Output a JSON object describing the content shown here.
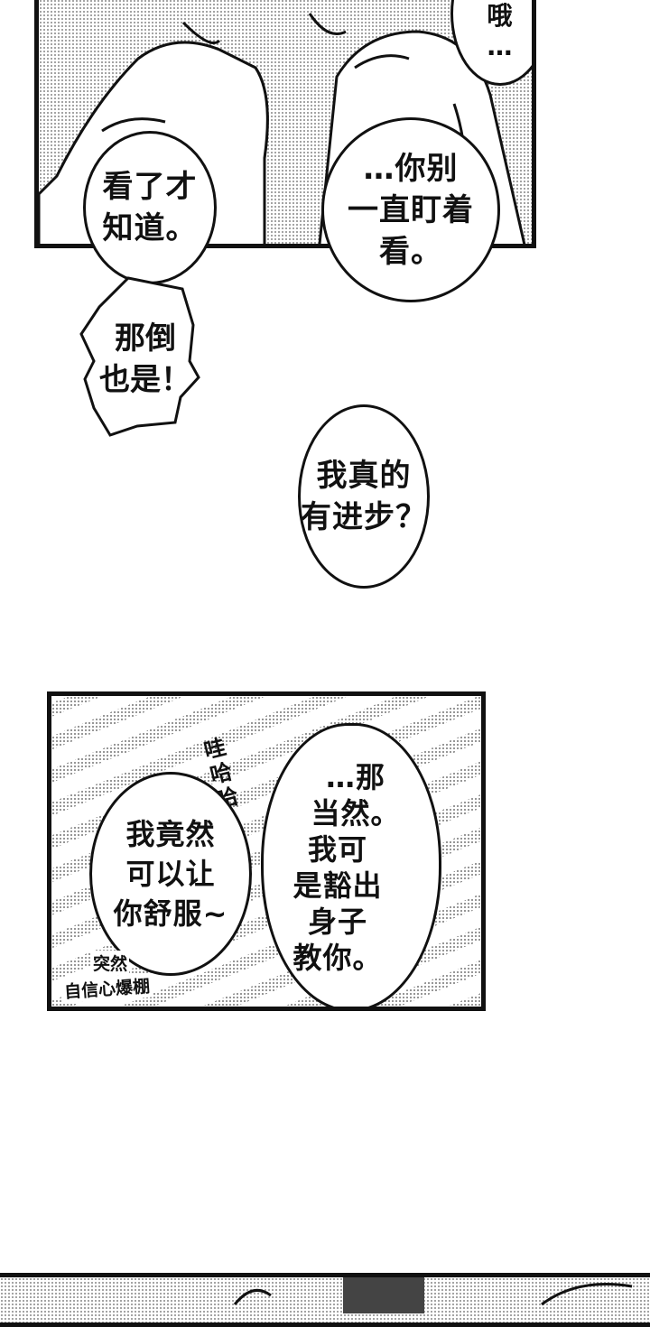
{
  "panel1": {
    "top_bubble_text": "哦\n…",
    "bubble_left": "看了才\n知道。",
    "bubble_right": "…你别\n一直盯着\n看。"
  },
  "floating": {
    "jagged_bubble": "那倒\n也是！",
    "question_bubble": "我真的\n有进步？"
  },
  "panel2": {
    "sfx_laugh": "哇\n哈\n哈",
    "bubble_left": "我竟然\n可以让\n你舒服~",
    "bubble_right_top": "…那\n当然。",
    "bubble_right_bottom": "我可\n是豁出\n身子\n教你。",
    "caption_line1": "突然",
    "caption_line2": "自信心爆棚"
  }
}
